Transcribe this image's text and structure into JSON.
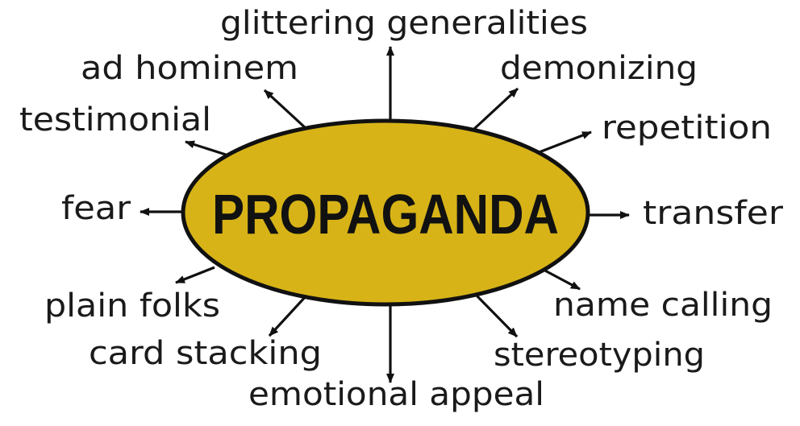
{
  "diagram": {
    "center": "PROPAGANDA",
    "center_color": "#d7b317",
    "branches": [
      "glittering generalities",
      "demonizing",
      "repetition",
      "transfer",
      "name calling",
      "stereotyping",
      "emotional appeal",
      "card stacking",
      "plain folks",
      "fear",
      "testimonial",
      "ad hominem"
    ]
  }
}
